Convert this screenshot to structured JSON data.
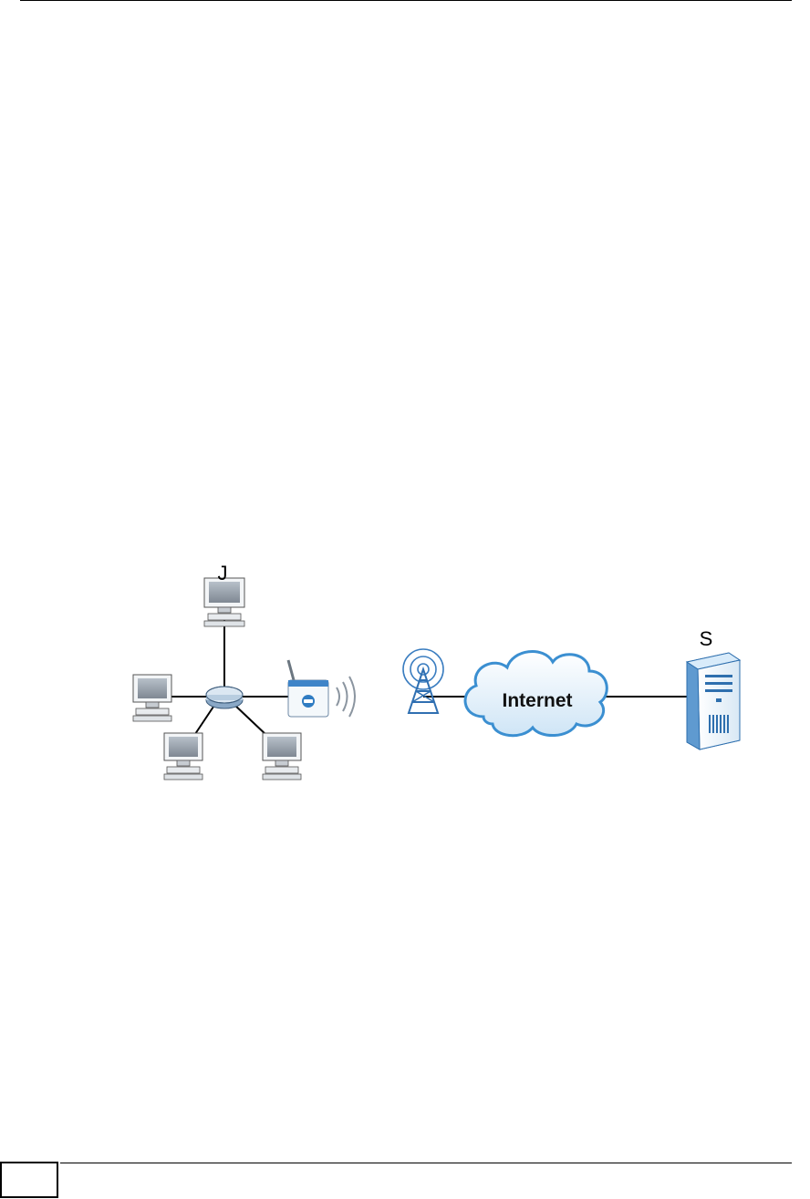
{
  "diagram": {
    "labels": {
      "computer_j": "J",
      "server_s": "S",
      "cloud": "Internet"
    },
    "colors": {
      "line": "#000000",
      "cloud_stroke": "#3b8fd1",
      "cloud_fill": "#e8f3fb",
      "monitor_screen": "#9aa3ad",
      "device_blue": "#2f7cc2"
    }
  }
}
